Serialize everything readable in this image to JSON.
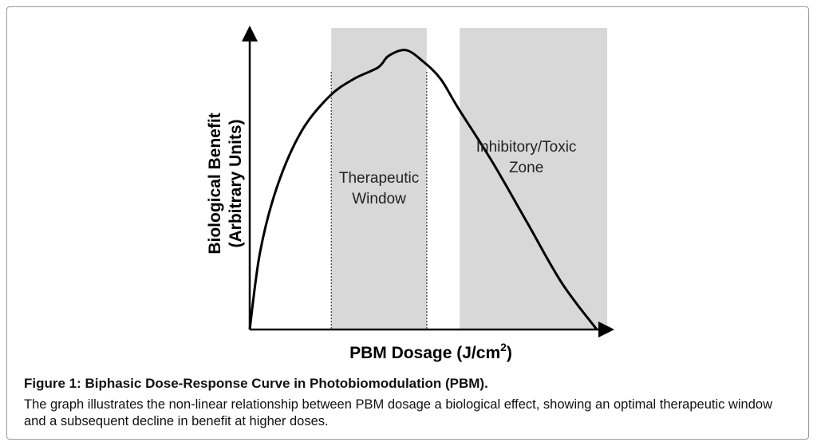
{
  "chart_data": {
    "type": "line",
    "title": "",
    "xlabel": "PBM Dosage (J/cm",
    "xlabel_superscript": "2",
    "ylabel": "Biological Benefit",
    "ylabel_sub": "(Arbitrary Units)",
    "xlim": [
      0,
      100
    ],
    "ylim": [
      0,
      100
    ],
    "grid": false,
    "series": [
      {
        "x": [
          0,
          3,
          8,
          15,
          23,
          30,
          37,
          40,
          45,
          50,
          55,
          60,
          70,
          80,
          90,
          100
        ],
        "values": [
          0,
          27,
          50,
          69,
          81,
          87,
          91,
          95,
          97,
          93,
          87,
          77,
          58,
          37,
          16,
          0
        ]
      }
    ],
    "regions": [
      {
        "label_line1": "Therapeutic",
        "label_line2": "Window",
        "x_range": [
          23.5,
          51
        ],
        "fill": "#d8d8d8",
        "dotted_edges": true
      },
      {
        "label_line1": "Inhibitory/Toxic",
        "label_line2": "Zone",
        "x_range": [
          60.5,
          103
        ],
        "fill": "#d8d8d8",
        "dotted_edges": false
      }
    ]
  },
  "caption": {
    "title": "Figure 1: Biphasic Dose-Response Curve in Photobiomodulation (PBM).",
    "body": "The graph illustrates the non-linear relationship between PBM dosage a biological effect, showing an optimal therapeutic window and a subsequent decline in benefit at higher doses."
  }
}
